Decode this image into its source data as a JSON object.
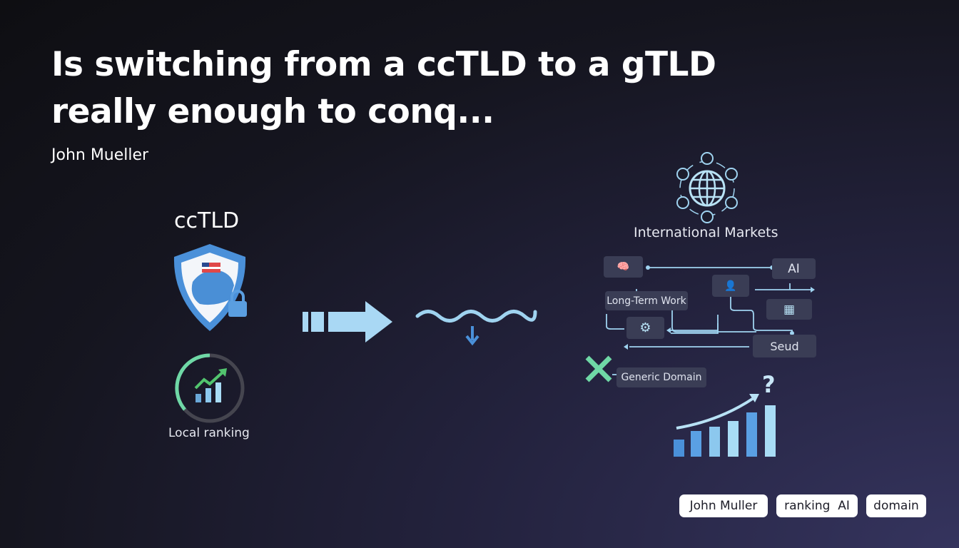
{
  "title": "Is switching from a ccTLD to a gTLD really enough to conq...",
  "author": "John Mueller",
  "left": {
    "heading": "ccTLD",
    "ranking_label": "Local ranking"
  },
  "right": {
    "heading": "International Markets",
    "boxes": {
      "ai": "AI",
      "long_term": "Long-Term Work",
      "seud": "Seud",
      "generic": "Generic Domain"
    },
    "question": "?"
  },
  "tags": [
    "John Muller",
    "ranking  AI",
    "domain"
  ],
  "colors": {
    "accent": "#9fd3f0",
    "green": "#6fd8a6",
    "box": "#3a3d55"
  }
}
